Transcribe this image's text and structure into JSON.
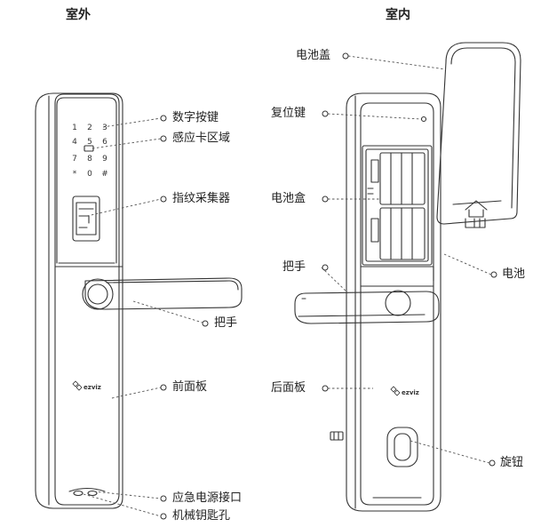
{
  "headers": {
    "outdoor": "室外",
    "indoor": "室内"
  },
  "outdoor": {
    "keypad": [
      "1",
      "2",
      "3",
      "4",
      "5",
      "6",
      "7",
      "8",
      "9",
      "*",
      "0",
      "#"
    ],
    "brand": "ezviz",
    "labels": {
      "digit_keys": "数字按键",
      "card_area": "感应卡区域",
      "fingerprint": "指纹采集器",
      "handle": "把手",
      "front_panel": "前面板",
      "emergency_port": "应急电源接口",
      "key_hole": "机械钥匙孔"
    }
  },
  "indoor": {
    "brand": "ezviz",
    "labels": {
      "battery_cover": "电池盖",
      "reset_key": "复位键",
      "battery_box": "电池盒",
      "handle": "把手",
      "battery": "电池",
      "rear_panel": "后面板",
      "knob": "旋钮"
    }
  },
  "colors": {
    "line": "#333333",
    "leader": "#555555",
    "text": "#222222"
  }
}
